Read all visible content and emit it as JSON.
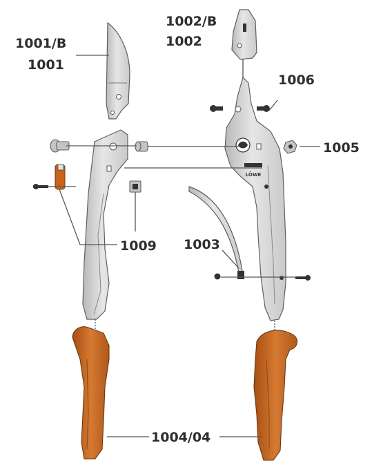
{
  "labels": {
    "blade_left_b": "1001/B",
    "blade_left": "1001",
    "blade_right_b": "1002/B",
    "blade_right": "1002",
    "bolt_set": "1006",
    "nut": "1005",
    "pivot_group": "1009",
    "spring": "1003",
    "grips": "1004/04"
  },
  "brand_text": "LÖWE",
  "colors": {
    "steel": "#d6d6d6",
    "grip": "#c8621c",
    "outline": "#5e5e5e",
    "leader": "#555555"
  }
}
